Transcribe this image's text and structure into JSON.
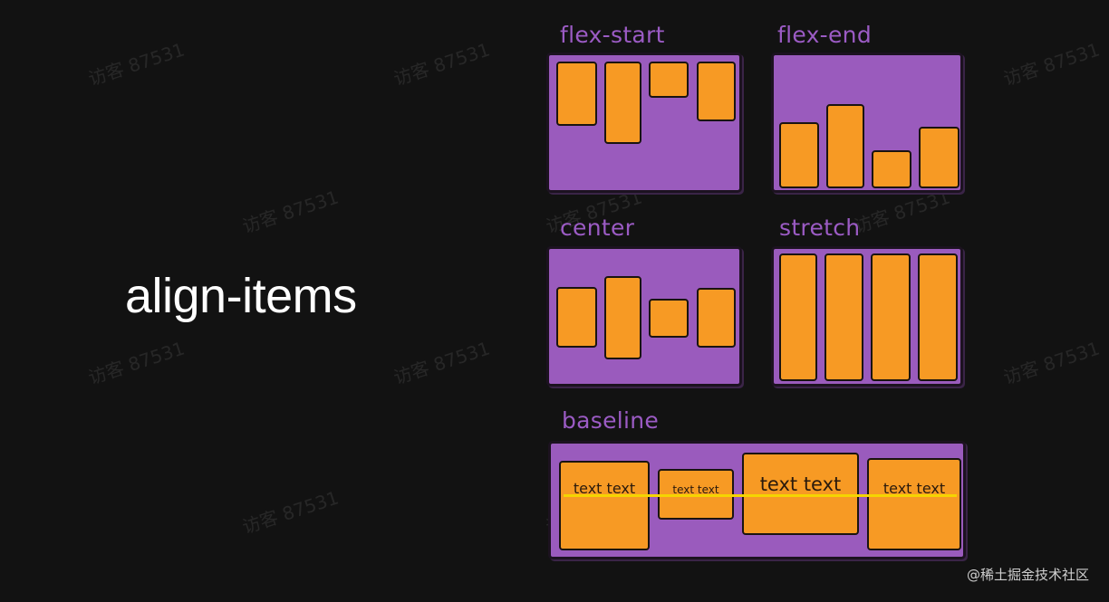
{
  "title": "align-items",
  "panels": {
    "flex_start": "flex-start",
    "flex_end": "flex-end",
    "center": "center",
    "stretch": "stretch",
    "baseline": "baseline"
  },
  "baseline_box_texts": [
    "text text",
    "text text",
    "text text",
    "text text"
  ],
  "watermark": "访客 87531",
  "credit": "@稀土掘金技术社区",
  "colors": {
    "background": "#121212",
    "panel": "#9a5bbd",
    "label": "#9b5bc4",
    "box": "#f79a24",
    "baseline_line": "#f5d400"
  }
}
